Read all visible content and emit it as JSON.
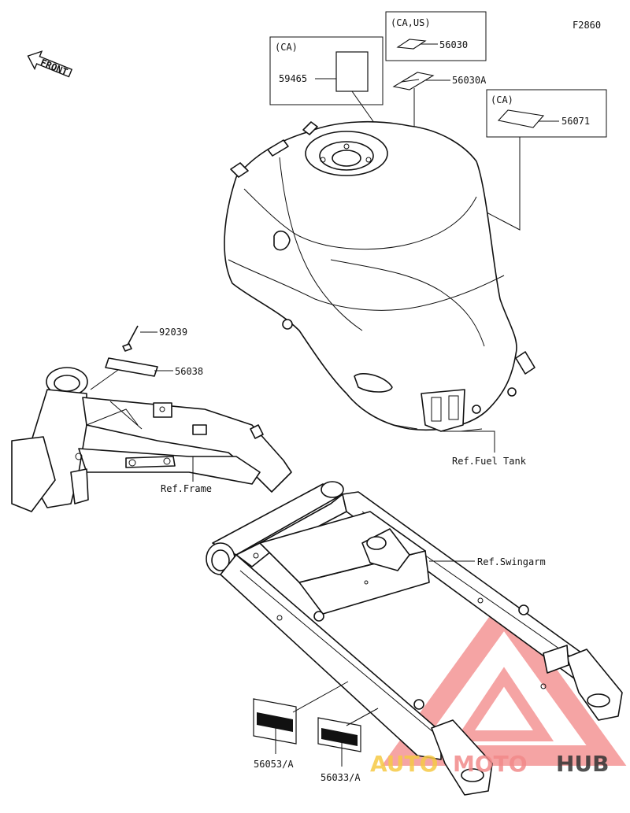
{
  "diagram": {
    "figure_code": "F2860",
    "front_label": "FRONT",
    "region_labels": {
      "ca_1": "(CA)",
      "ca_us": "(CA,US)",
      "ca_2": "(CA)"
    },
    "part_labels": {
      "p59465": "59465",
      "p56030": "56030",
      "p56030a": "56030A",
      "p56071": "56071",
      "p92039": "92039",
      "p56038": "56038",
      "p56053": "56053/A",
      "p56033": "56033/A"
    },
    "ref_labels": {
      "fuel_tank": "Ref.Fuel Tank",
      "frame": "Ref.Frame",
      "swingarm": "Ref.Swingarm"
    }
  },
  "watermark": {
    "part1": "AUTO",
    "part2": "MOTO",
    "part3": "HUB",
    "color1": "#f6c945",
    "color2": "#f28a8a",
    "color3": "#333333",
    "logo_color": "#ee5a5a"
  }
}
